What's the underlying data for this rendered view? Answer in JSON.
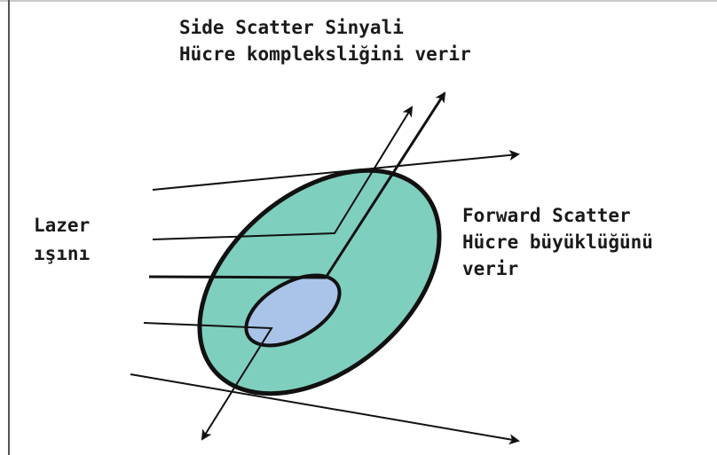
{
  "side_scatter": {
    "line1": "Side Scatter Sinyali",
    "line2": "Hücre kompleksliğini verir"
  },
  "forward_scatter": {
    "line1": "Forward Scatter",
    "line2": "Hücre büyüklüğünü",
    "line3": "verir"
  },
  "laser": {
    "line1": "Lazer",
    "line2": "ışını"
  },
  "colors": {
    "cell_body": "#7fcfbf",
    "nucleus": "#a9c4e8",
    "stroke": "#111111"
  }
}
